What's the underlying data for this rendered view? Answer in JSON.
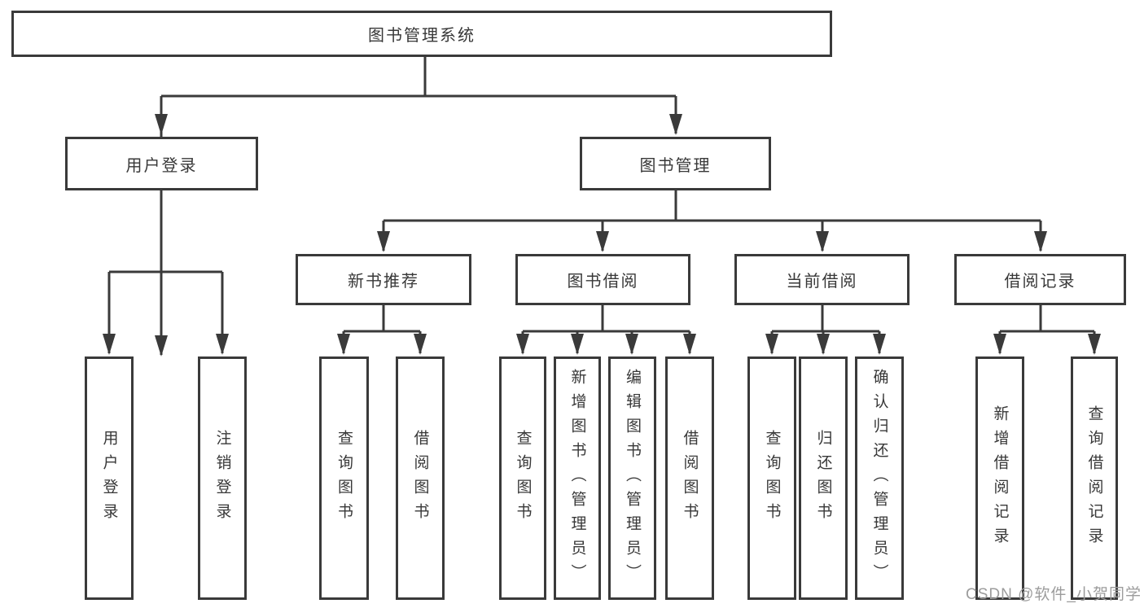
{
  "diagram": {
    "root": {
      "label": "图书管理系统"
    },
    "level2": [
      {
        "label": "用户登录"
      },
      {
        "label": "图书管理"
      }
    ],
    "level3": [
      {
        "label": "新书推荐"
      },
      {
        "label": "图书借阅"
      },
      {
        "label": "当前借阅"
      },
      {
        "label": "借阅记录"
      }
    ],
    "leaves": [
      {
        "label": "用户登录"
      },
      {
        "label": "注销登录"
      },
      {
        "label": "查询图书"
      },
      {
        "label": "借阅图书"
      },
      {
        "label": "查询图书"
      },
      {
        "label": "新增图书（管理员）"
      },
      {
        "label": "编辑图书（管理员）"
      },
      {
        "label": "借阅图书"
      },
      {
        "label": "查询图书"
      },
      {
        "label": "归还图书"
      },
      {
        "label": "确认归还（管理员）"
      },
      {
        "label": "新增借阅记录"
      },
      {
        "label": "查询借阅记录"
      }
    ]
  },
  "watermark": {
    "text": "CSDN @软件_小贺同学"
  },
  "colors": {
    "line": "#3a3a3a",
    "box_border": "#3a3a3a",
    "box_fill": "#ffffff",
    "text": "#383838",
    "watermark": "#9c9c9c",
    "background": "#ffffff"
  }
}
